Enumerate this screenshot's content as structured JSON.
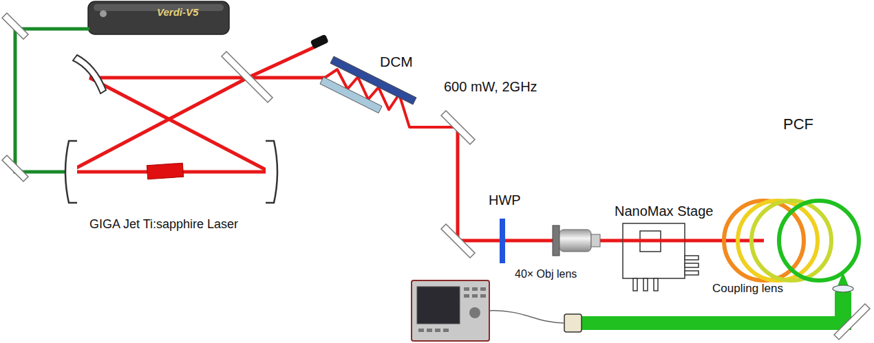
{
  "diagram": {
    "labels": [
      "Verdi-V5",
      "DCM",
      "600 mW, 2GHz",
      "HWP",
      "NanoMax Stage",
      "PCF",
      "40× Obj lens",
      "Coupling lens",
      "GIGA Jet Ti:sapphire Laser"
    ]
  }
}
